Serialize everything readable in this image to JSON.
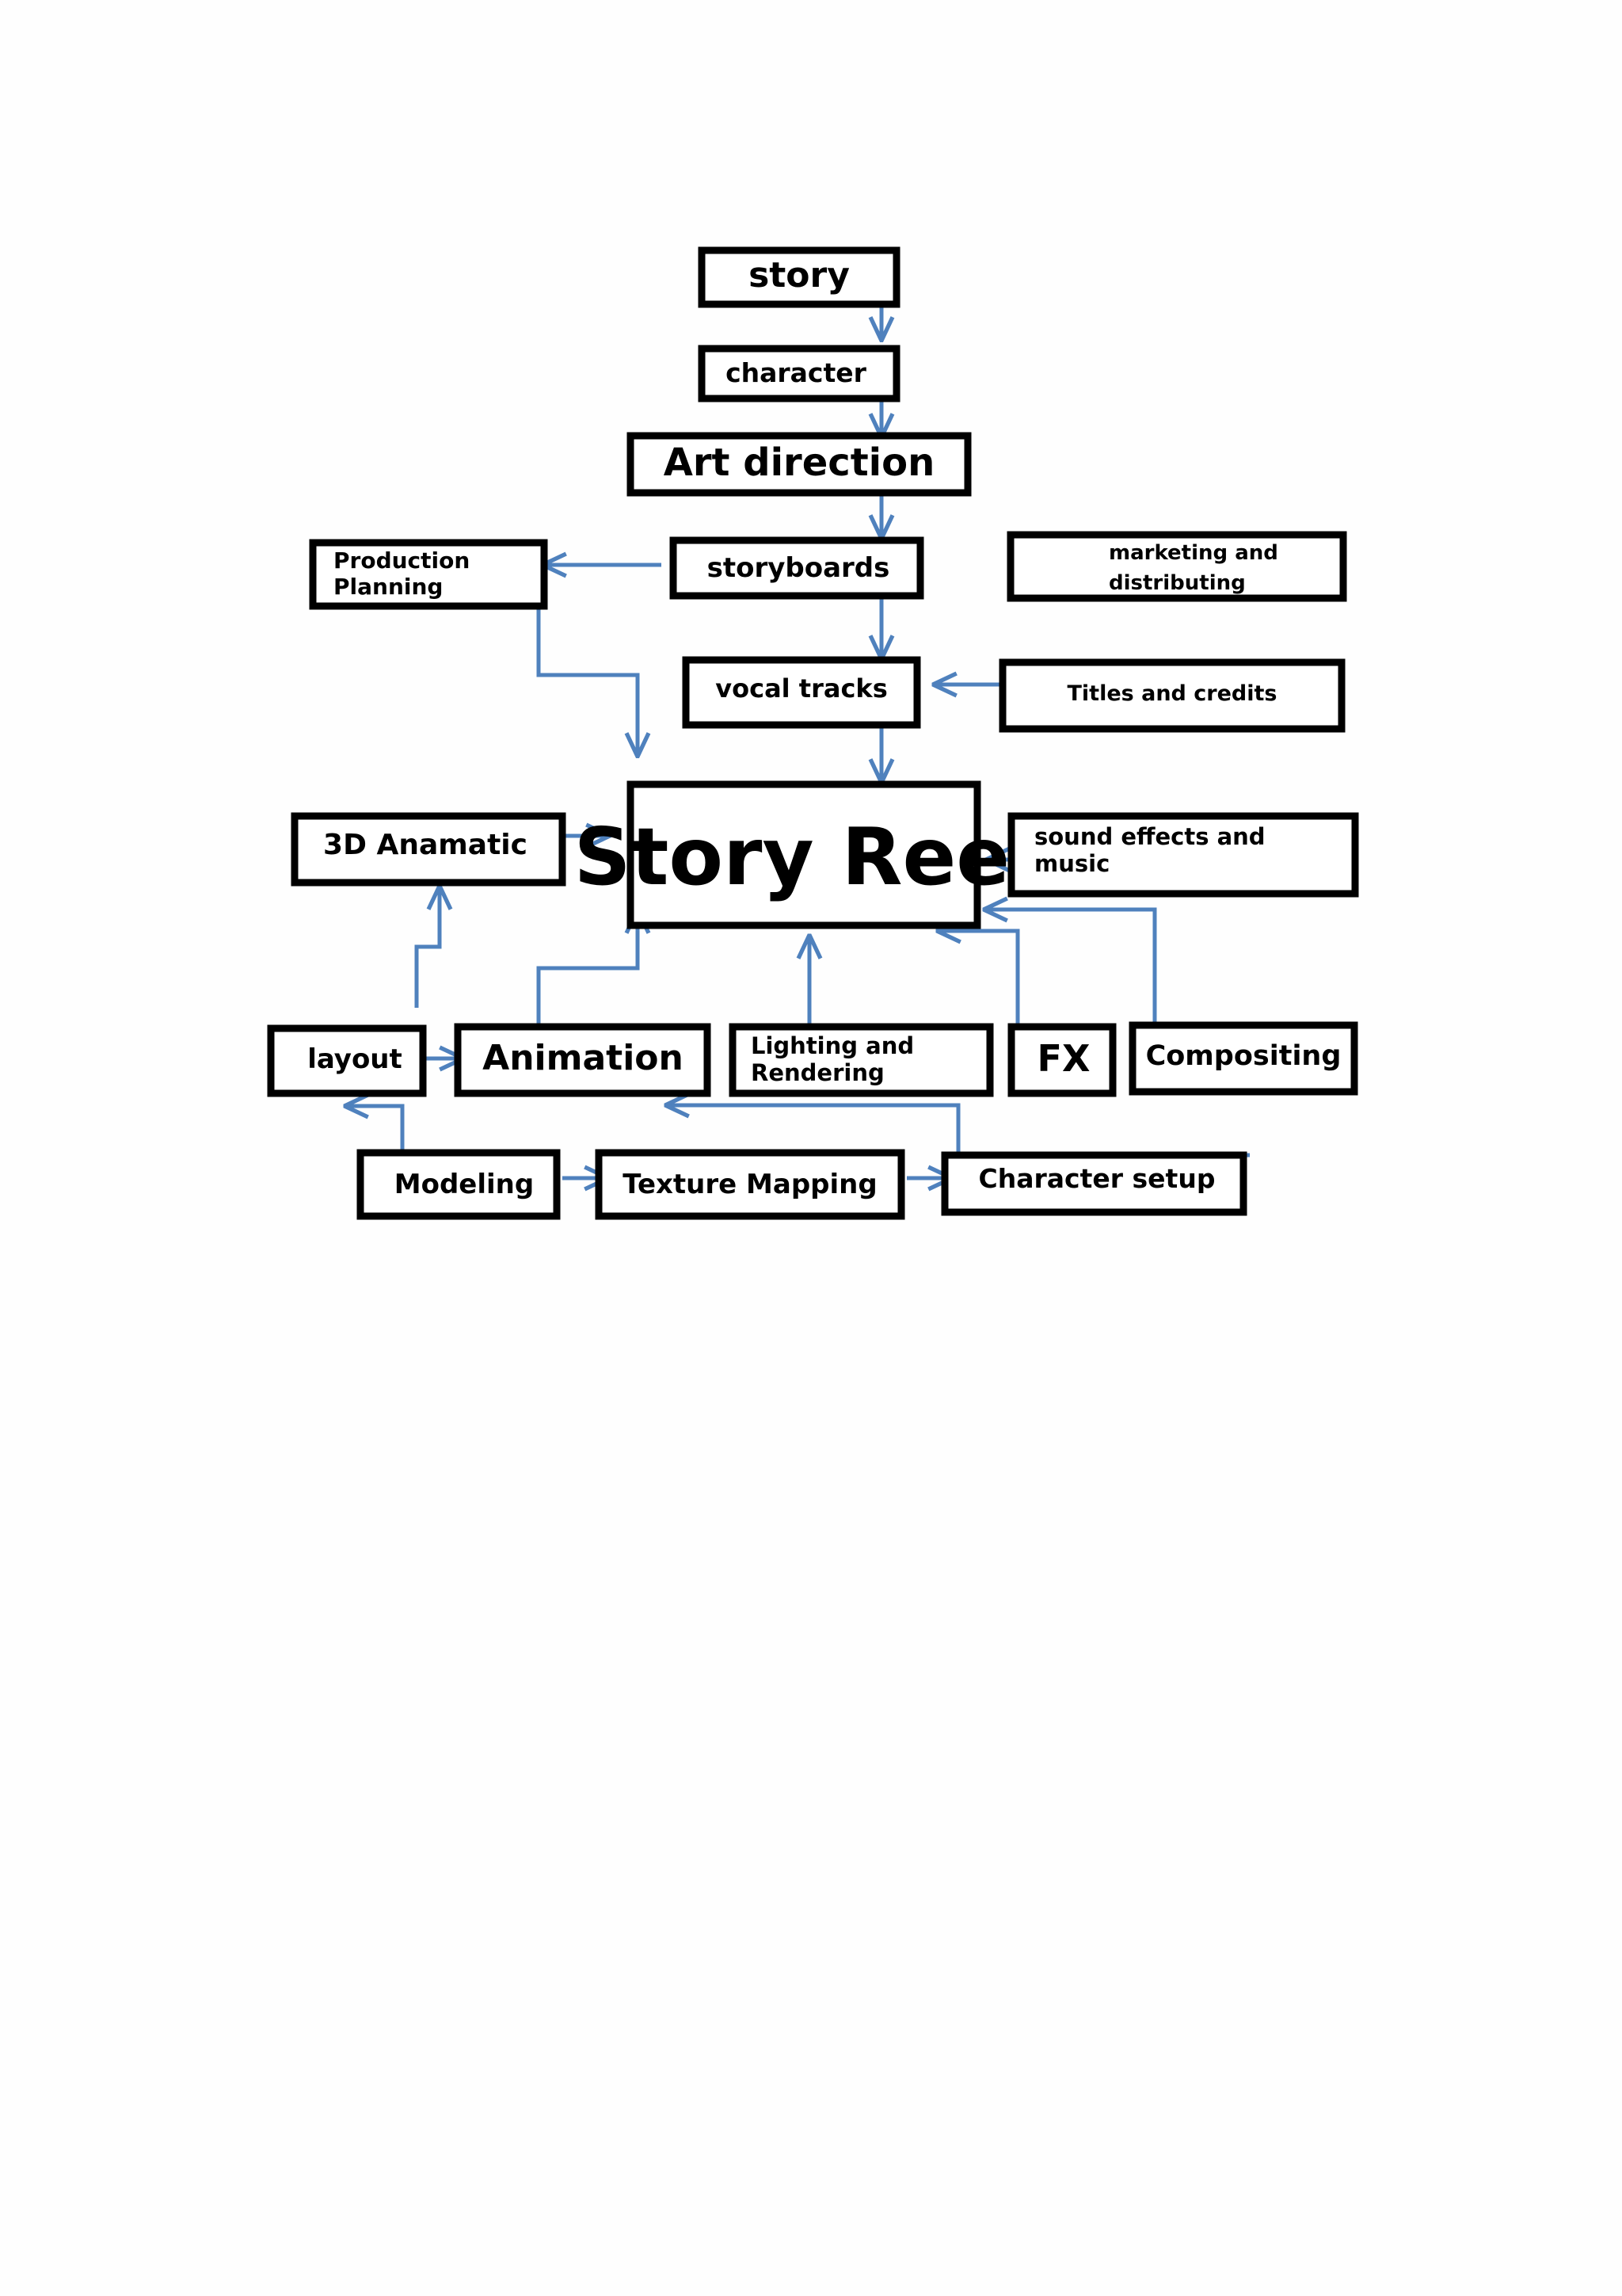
{
  "colors": {
    "background": "#fefefe",
    "box_border": "#000000",
    "box_fill": "#ffffff",
    "text": "#000000",
    "arrow": "#4f81bd"
  },
  "nodes": {
    "story": [
      "story"
    ],
    "character": [
      "character"
    ],
    "art_direction": [
      "Art direction"
    ],
    "storyboards": [
      "storyboards"
    ],
    "production_planning": [
      "Production",
      "Planning"
    ],
    "marketing": [
      "marketing and",
      "distributing"
    ],
    "vocal_tracks": [
      "vocal tracks"
    ],
    "titles_credits": [
      "Titles and credits"
    ],
    "story_reel": [
      "Story Reel"
    ],
    "anamatic_3d": [
      "3D Anamatic"
    ],
    "sound_effects": [
      "sound effects and",
      "music"
    ],
    "layout": [
      "layout"
    ],
    "animation": [
      "Animation"
    ],
    "lighting_rendering": [
      "Lighting and",
      "Rendering"
    ],
    "fx": [
      "FX"
    ],
    "compositing": [
      "Compositing"
    ],
    "modeling": [
      "Modeling"
    ],
    "texture_mapping": [
      "Texture Mapping"
    ],
    "character_setup": [
      "Character setup"
    ]
  },
  "edges": [
    {
      "from": "story",
      "to": "character"
    },
    {
      "from": "character",
      "to": "art_direction"
    },
    {
      "from": "art_direction",
      "to": "storyboards"
    },
    {
      "from": "storyboards",
      "to": "production_planning"
    },
    {
      "from": "storyboards",
      "to": "vocal_tracks"
    },
    {
      "from": "titles_credits",
      "to": "vocal_tracks"
    },
    {
      "from": "vocal_tracks",
      "to": "story_reel"
    },
    {
      "from": "production_planning",
      "to": "story_reel"
    },
    {
      "from": "anamatic_3d",
      "to": "story_reel"
    },
    {
      "from": "sound_effects",
      "to": "story_reel"
    },
    {
      "from": "layout",
      "to": "anamatic_3d"
    },
    {
      "from": "layout",
      "to": "animation"
    },
    {
      "from": "animation",
      "to": "story_reel"
    },
    {
      "from": "lighting_rendering",
      "to": "story_reel"
    },
    {
      "from": "fx",
      "to": "story_reel"
    },
    {
      "from": "compositing",
      "to": "story_reel"
    },
    {
      "from": "modeling",
      "to": "layout"
    },
    {
      "from": "modeling",
      "to": "texture_mapping"
    },
    {
      "from": "texture_mapping",
      "to": "character_setup"
    },
    {
      "from": "character_setup",
      "to": "animation"
    }
  ]
}
